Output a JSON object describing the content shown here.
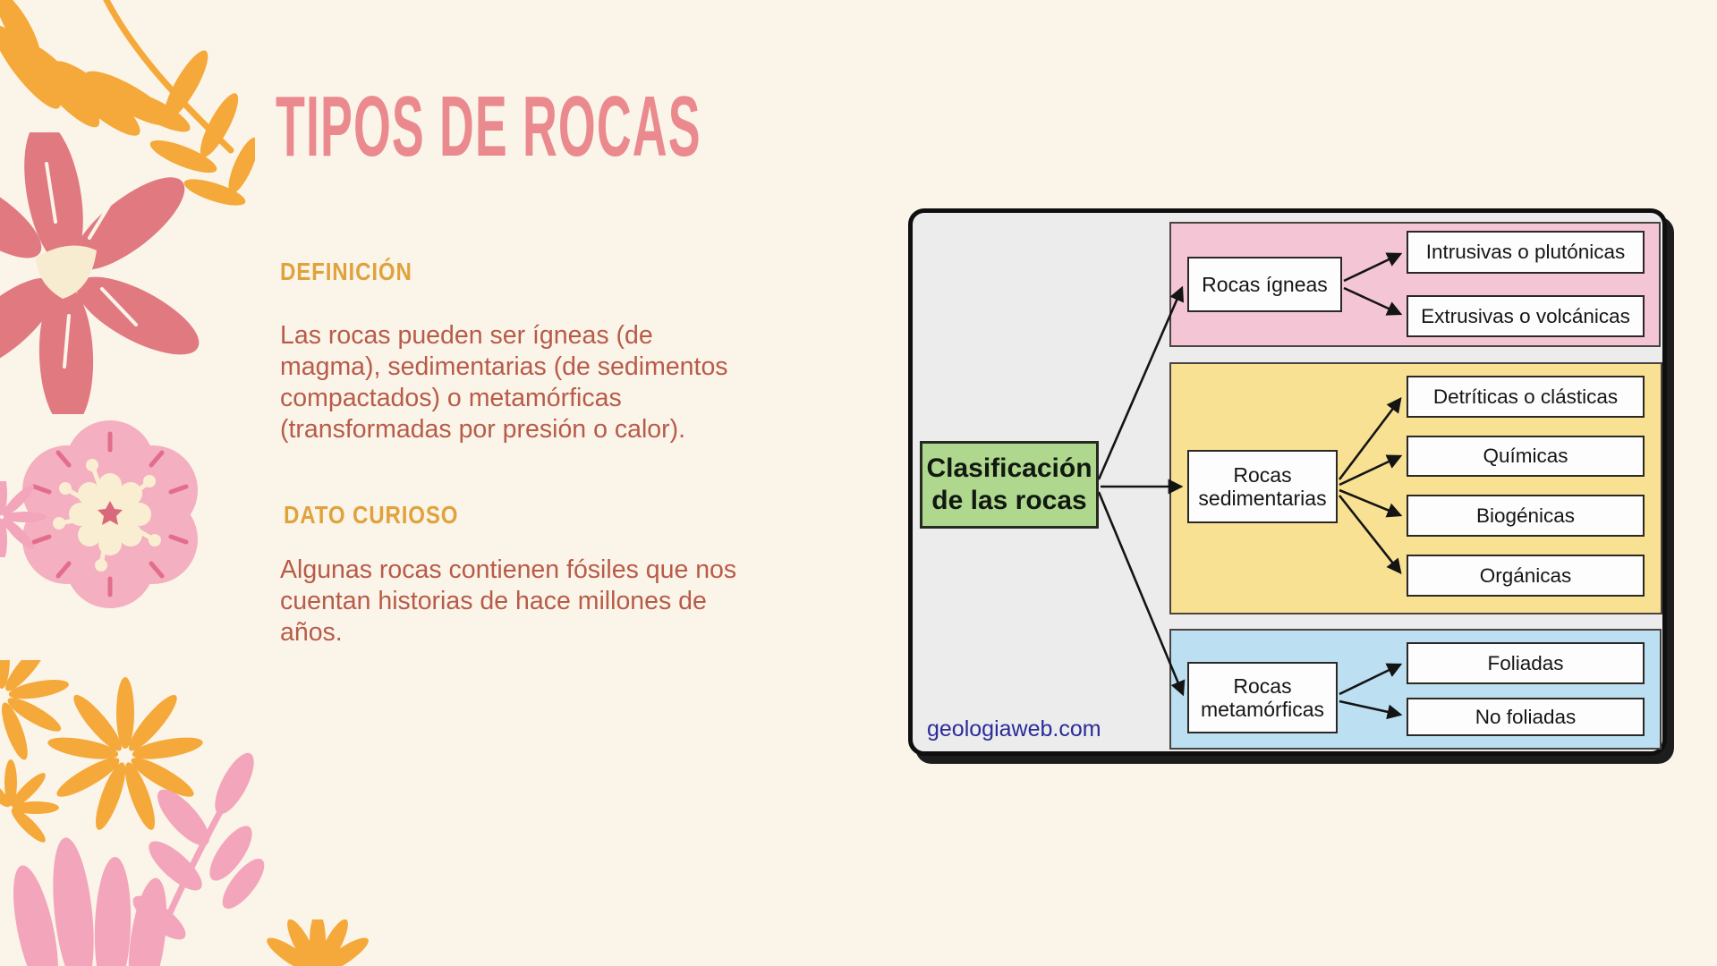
{
  "page": {
    "title": "TIPOS DE ROCAS",
    "background_color": "#FBF5E9",
    "title_color": "#EA8A8E",
    "heading_color": "#DFA23C",
    "body_color": "#B85B49"
  },
  "sections": [
    {
      "heading": "DEFINICIÓN",
      "body": "Las rocas pueden ser ígneas (de\nmagma), sedimentarias (de sedimentos\ncompactados) o metamórficas\n(transformadas por presión o calor)."
    },
    {
      "heading": "DATO CURIOSO",
      "body": "Algunas rocas contienen fósiles que nos\ncuentan historias de hace millones de\naños."
    }
  ],
  "diagram": {
    "root_label": "Clasificación\nde las rocas",
    "root_color": "#AFD78E",
    "watermark": "geologiaweb.com",
    "watermark_color": "#2B2B9B",
    "background_color": "#ECECEC",
    "groups": [
      {
        "label": "Rocas ígneas",
        "panel_color": "#F4C6D5",
        "children": [
          "Intrusivas o plutónicas",
          "Extrusivas o volcánicas"
        ]
      },
      {
        "label": "Rocas sedimentarias",
        "panel_color": "#F8E193",
        "children": [
          "Detríticas o clásticas",
          "Químicas",
          "Biogénicas",
          "Orgánicas"
        ]
      },
      {
        "label": "Rocas metamórficas",
        "panel_color": "#BDDFF2",
        "children": [
          "Foliadas",
          "No foliadas"
        ]
      }
    ]
  },
  "decoration_colors": {
    "orange": "#F5A93B",
    "coral": "#E17A80",
    "pink": "#F4AFC0",
    "light_pink": "#F3A6BB",
    "cream": "#FAEED2",
    "rose_accent": "#E26E8C",
    "rose_center": "#D9687B"
  }
}
